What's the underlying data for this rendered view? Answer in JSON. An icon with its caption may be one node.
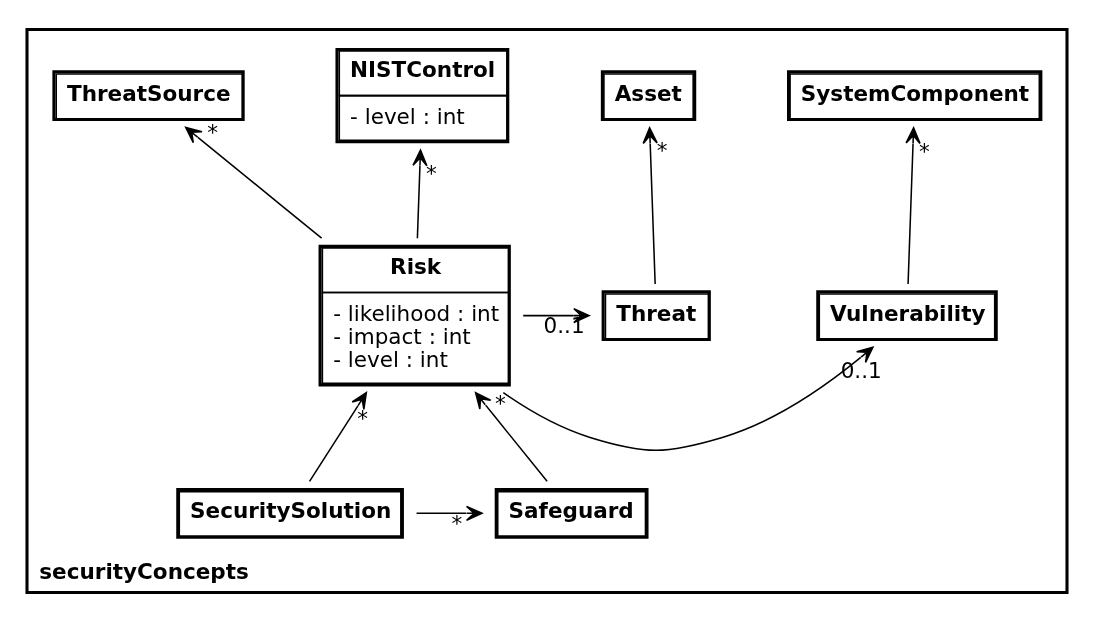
{
  "diagram": {
    "nodes": [
      {
        "text": [
          "securityConcepts"
        ]
      },
      {
        "text": [
          "SystemComponent"
        ],
        "in": 0
      },
      {
        "text": [
          "ThreatSource"
        ],
        "in": 0
      },
      {
        "text": [
          "NISTControl",
          "- level : int"
        ],
        "in": 0
      },
      {
        "text": [
          "Asset"
        ],
        "in": 0
      },
      {
        "text": [
          "Vulnerability"
        ],
        "in": 0
      },
      {
        "text": [
          "Risk",
          "- likelihood : int",
          "- impact : int",
          "- level : int"
        ],
        "in": 0
      },
      {
        "text": [
          "Threat"
        ],
        "in": 0
      },
      {
        "text": [
          "SecuritySolution"
        ],
        "in": 0
      },
      {
        "text": [
          "Safeguard"
        ],
        "in": 0
      }
    ],
    "edges": [
      {
        "from": 5,
        "to": 1,
        "arrow": "to",
        "label": "*"
      },
      {
        "from": 6,
        "to": 2,
        "arrow": "to",
        "label": "*"
      },
      {
        "from": 6,
        "to": 3,
        "arrow": "to",
        "label": "*"
      },
      {
        "from": 7,
        "to": 4,
        "arrow": "to",
        "label": "*"
      },
      {
        "from": 6,
        "to": 5,
        "arrow": "to",
        "label": "0..1"
      },
      {
        "from": 6,
        "to": 7,
        "arrow": "to",
        "label": "0..1"
      },
      {
        "from": 8,
        "to": 6,
        "arrow": "to",
        "label": "*"
      },
      {
        "from": 9,
        "to": 6,
        "arrow": "to",
        "label": "*"
      },
      {
        "from": 8,
        "to": 9,
        "arrow": "to",
        "label": "*"
      }
    ]
  }
}
